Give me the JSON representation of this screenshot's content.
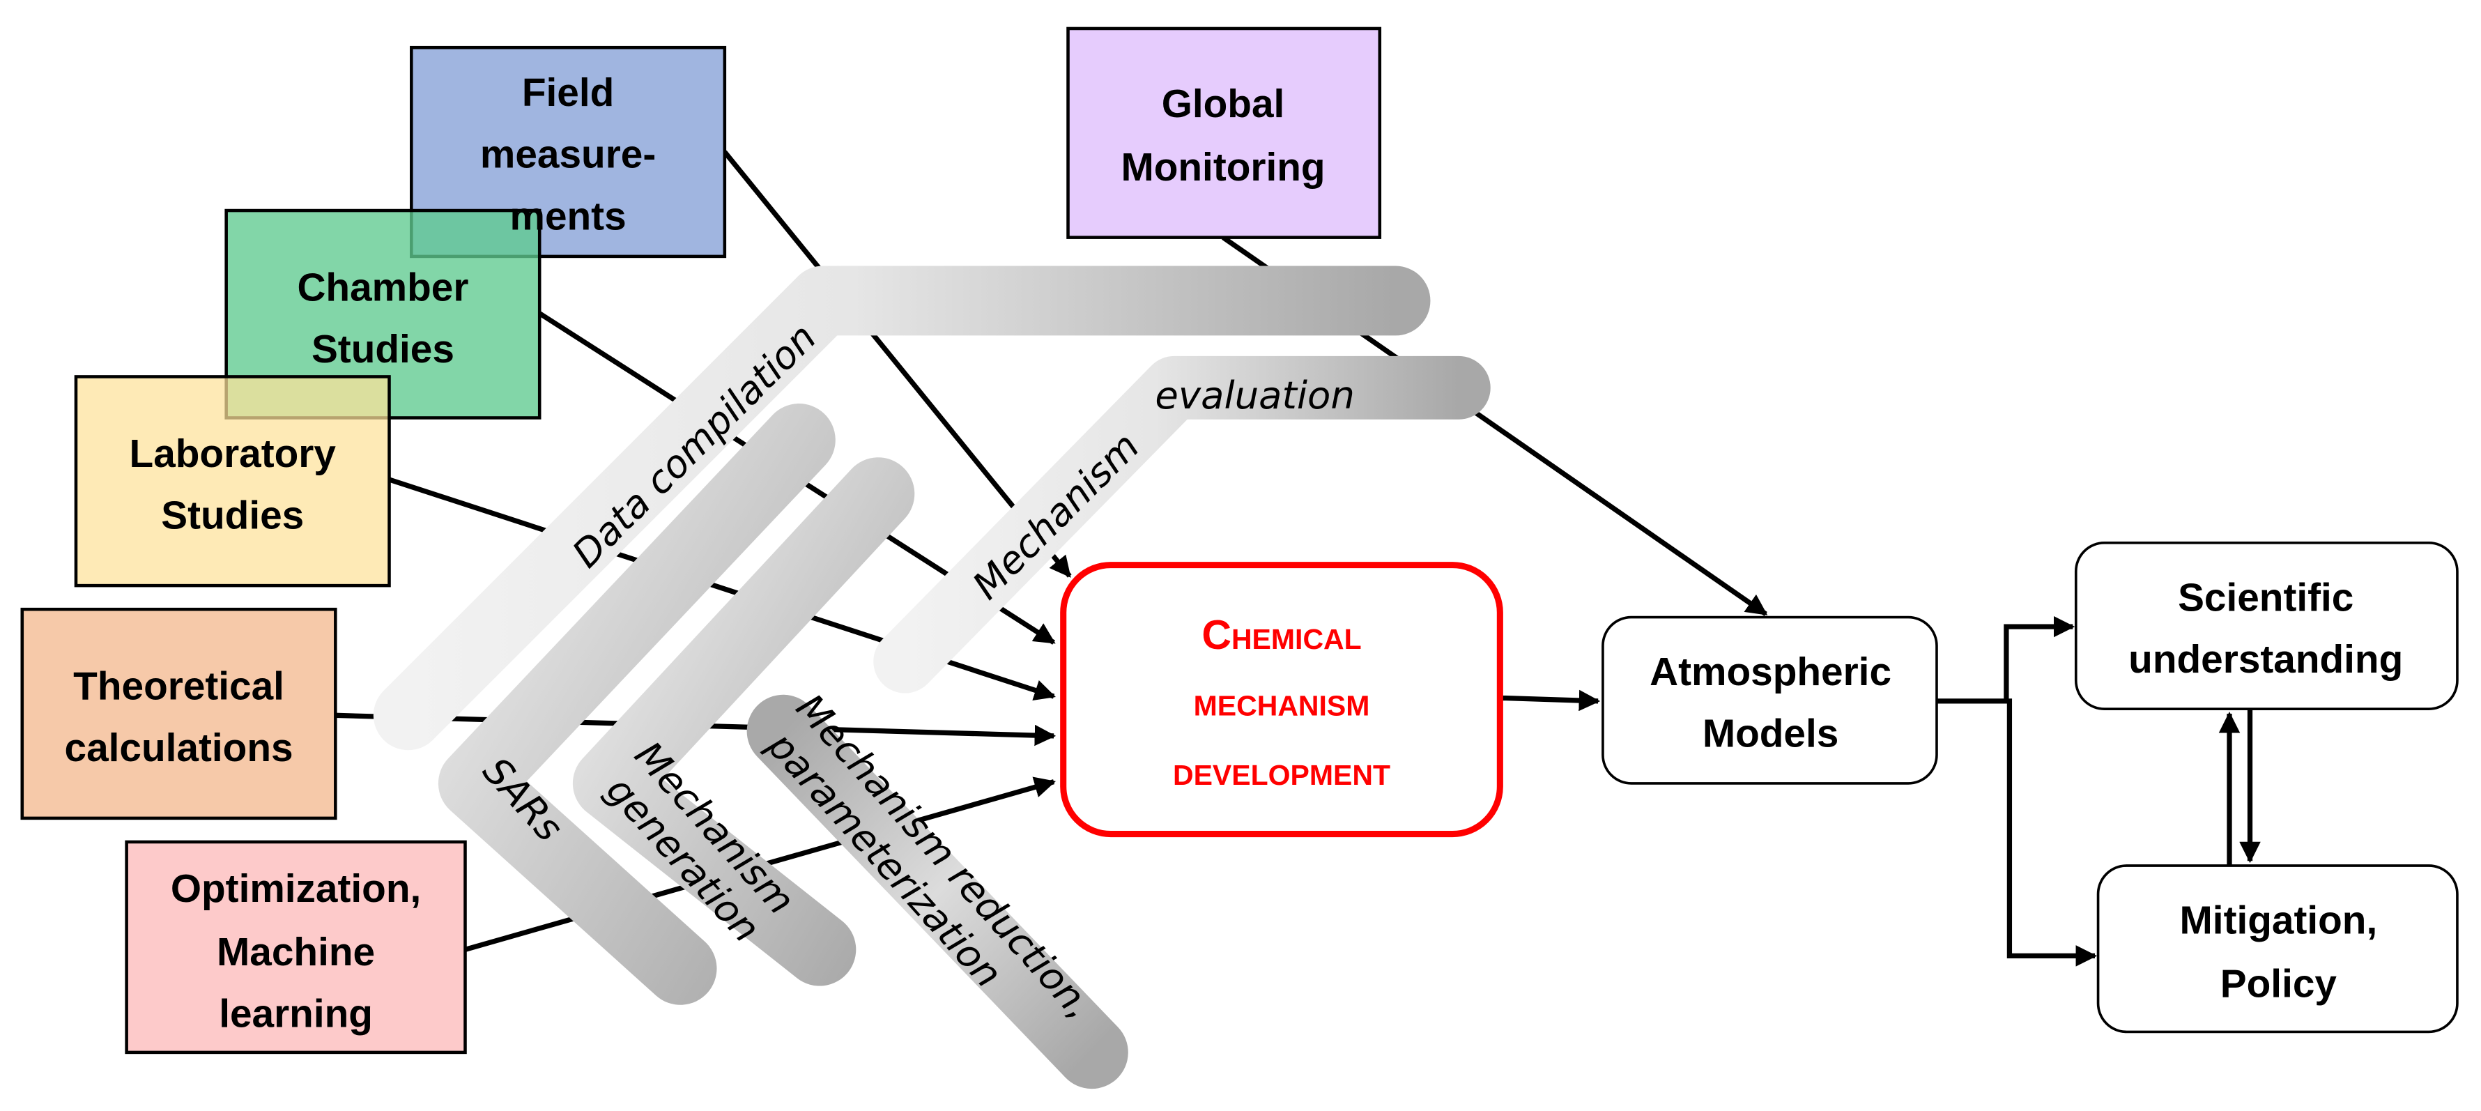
{
  "inputs": [
    {
      "id": "field",
      "lines": [
        "Field",
        "measure-",
        "ments"
      ],
      "color": "#a0b5e0"
    },
    {
      "id": "chamber",
      "lines": [
        "Chamber",
        "Studies"
      ],
      "color": "#7fd6a6"
    },
    {
      "id": "laboratory",
      "lines": [
        "Laboratory",
        "Studies"
      ],
      "color": "#fdeab2"
    },
    {
      "id": "theoretical",
      "lines": [
        "Theoretical",
        "calculations"
      ],
      "color": "#f6c9a9"
    },
    {
      "id": "optimization",
      "lines": [
        "Optimization,",
        "Machine",
        "learning"
      ],
      "color": "#fdcaca"
    },
    {
      "id": "global",
      "lines": [
        "Global",
        "Monitoring"
      ],
      "color": "#e6ccfd"
    }
  ],
  "center": {
    "lines": [
      "Chemical",
      "mechanism",
      "development"
    ],
    "color": "#ff0000"
  },
  "outputs": {
    "atmospheric": {
      "lines": [
        "Atmospheric",
        "Models"
      ]
    },
    "scientific": {
      "lines": [
        "Scientific",
        "understanding"
      ]
    },
    "mitigation": {
      "lines": [
        "Mitigation,",
        "Policy"
      ]
    }
  },
  "bands": {
    "data_compilation": "Data compilation",
    "mechanism_evaluation_1": "Mechanism",
    "mechanism_evaluation_2": "evaluation",
    "sars": "SARs",
    "mech_generation_1": "Mechanism",
    "mech_generation_2": "generation",
    "mech_reduction_1": "Mechanism reduction,",
    "mech_reduction_2": "parameterization"
  }
}
